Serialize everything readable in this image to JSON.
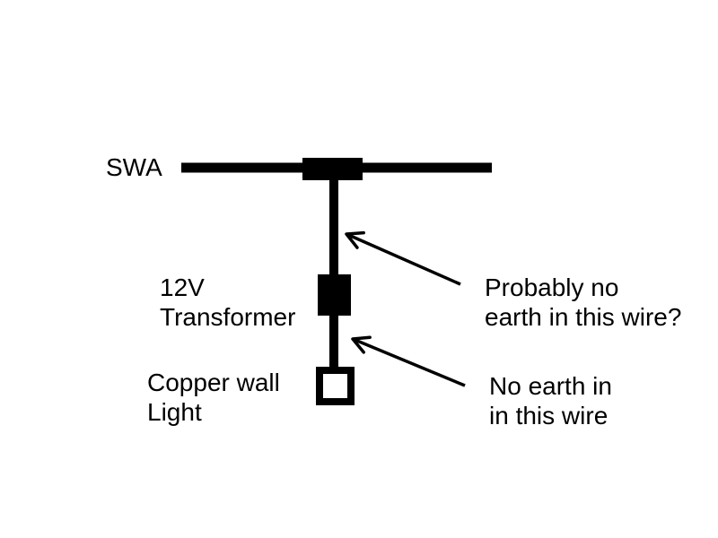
{
  "colors": {
    "ink": "#000000",
    "background": "#ffffff"
  },
  "diagram": {
    "swa": {
      "label": "SWA"
    },
    "transformer": {
      "line1": "12V",
      "line2": "Transformer"
    },
    "light": {
      "line1": "Copper wall",
      "line2": "Light"
    },
    "annotations": {
      "upper": {
        "line1": "Probably no",
        "line2": "earth in this wire?"
      },
      "lower": {
        "line1": "No earth in",
        "line2": "in this wire"
      }
    }
  }
}
